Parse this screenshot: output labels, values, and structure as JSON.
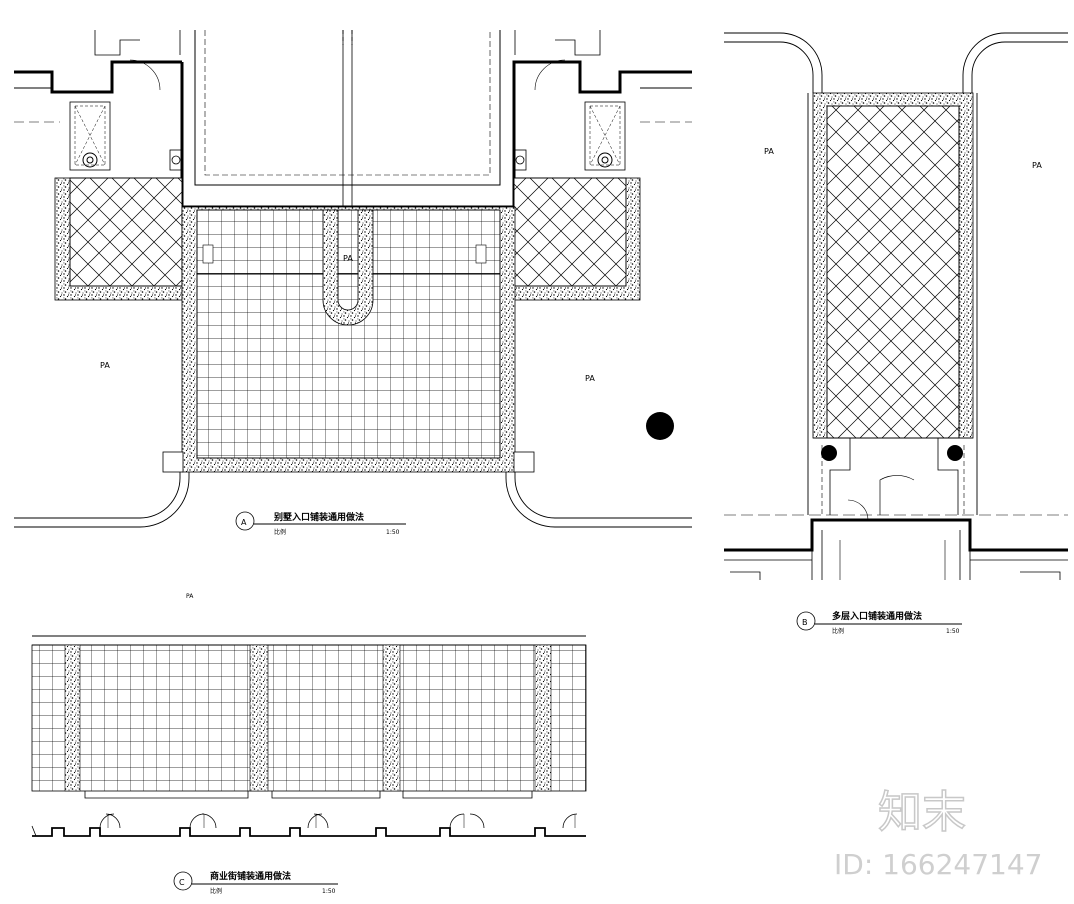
{
  "drawings": {
    "a": {
      "marker": "A",
      "title": "别墅入口铺装通用做法",
      "scale_label": "比例",
      "scale": "1:50",
      "zone_labels": [
        "PA",
        "PA",
        "PA"
      ]
    },
    "b": {
      "marker": "B",
      "title": "多层入口铺装通用做法",
      "scale_label": "比例",
      "scale": "1:50",
      "zone_labels": [
        "PA",
        "PA"
      ]
    },
    "c": {
      "marker": "C",
      "title": "商业街铺装通用做法",
      "scale_label": "比例",
      "scale": "1:50",
      "zone_labels": [
        "PA"
      ]
    }
  },
  "watermark": {
    "brand": "知末",
    "id_text": "ID: 166247147"
  }
}
